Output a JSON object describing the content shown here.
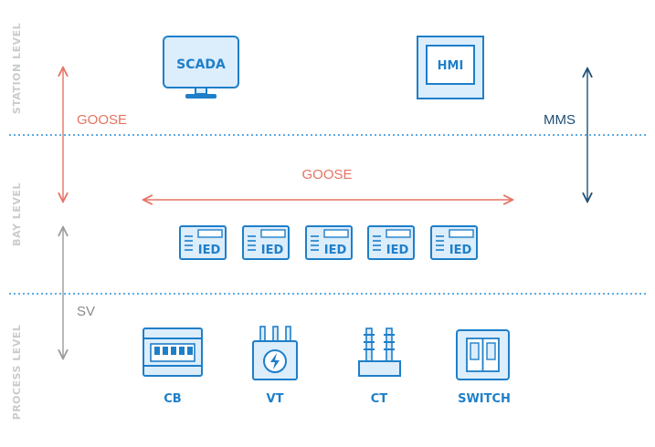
{
  "levels": {
    "station": "STATION LEVEL",
    "bay": "BAY LEVEL",
    "process": "PROCESS LEVEL"
  },
  "station": {
    "scada_label": "SCADA",
    "hmi_label": "HMI"
  },
  "protocols": {
    "goose_vertical": "GOOSE",
    "goose_horizontal": "GOOSE",
    "mms": "MMS",
    "sv": "SV"
  },
  "bay": {
    "ied_label": "IED"
  },
  "process": {
    "devices": [
      "CB",
      "VT",
      "CT",
      "SWITCH"
    ]
  },
  "colors": {
    "device_blue": "#1e7fc9",
    "device_fill": "#dcedfb",
    "goose": "#e57362",
    "mms": "#1d4f73",
    "sv": "#9a9a9a",
    "divider": "#2d8fd6",
    "level_label": "#c8ccd0"
  }
}
